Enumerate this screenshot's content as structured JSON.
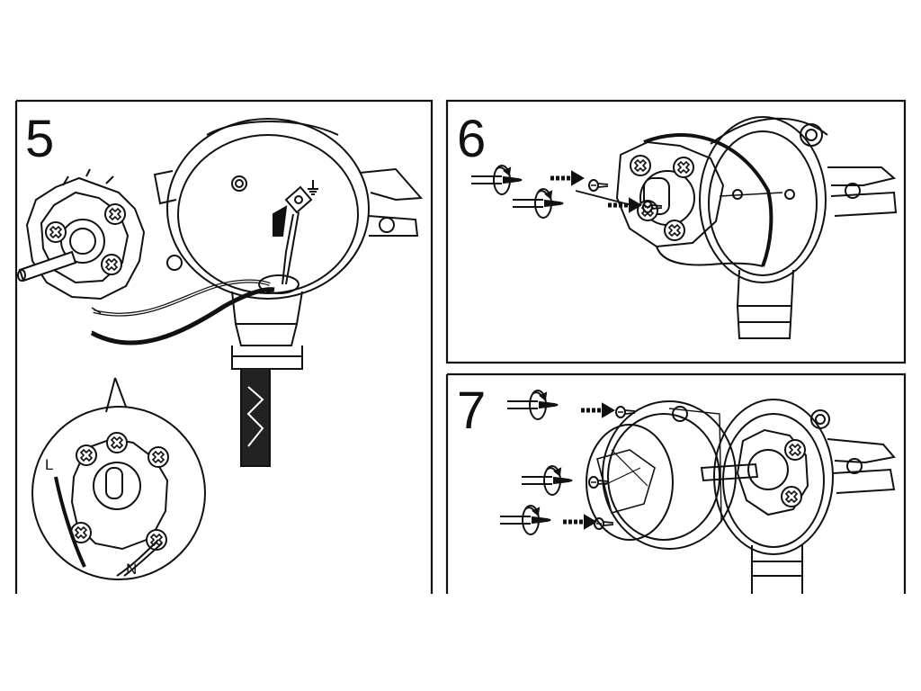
{
  "panels": [
    {
      "id": "step-5",
      "number": "5"
    },
    {
      "id": "step-6",
      "number": "6"
    },
    {
      "id": "step-7",
      "number": "7"
    }
  ],
  "wire_labels": {
    "live": "L",
    "neutral": "N"
  },
  "colors": {
    "ink": "#111111",
    "paper": "#ffffff",
    "wire_black": "#151515"
  },
  "icons": [
    "screw-icon",
    "screwdriver-icon",
    "arrow-icon",
    "ground-symbol-icon"
  ]
}
